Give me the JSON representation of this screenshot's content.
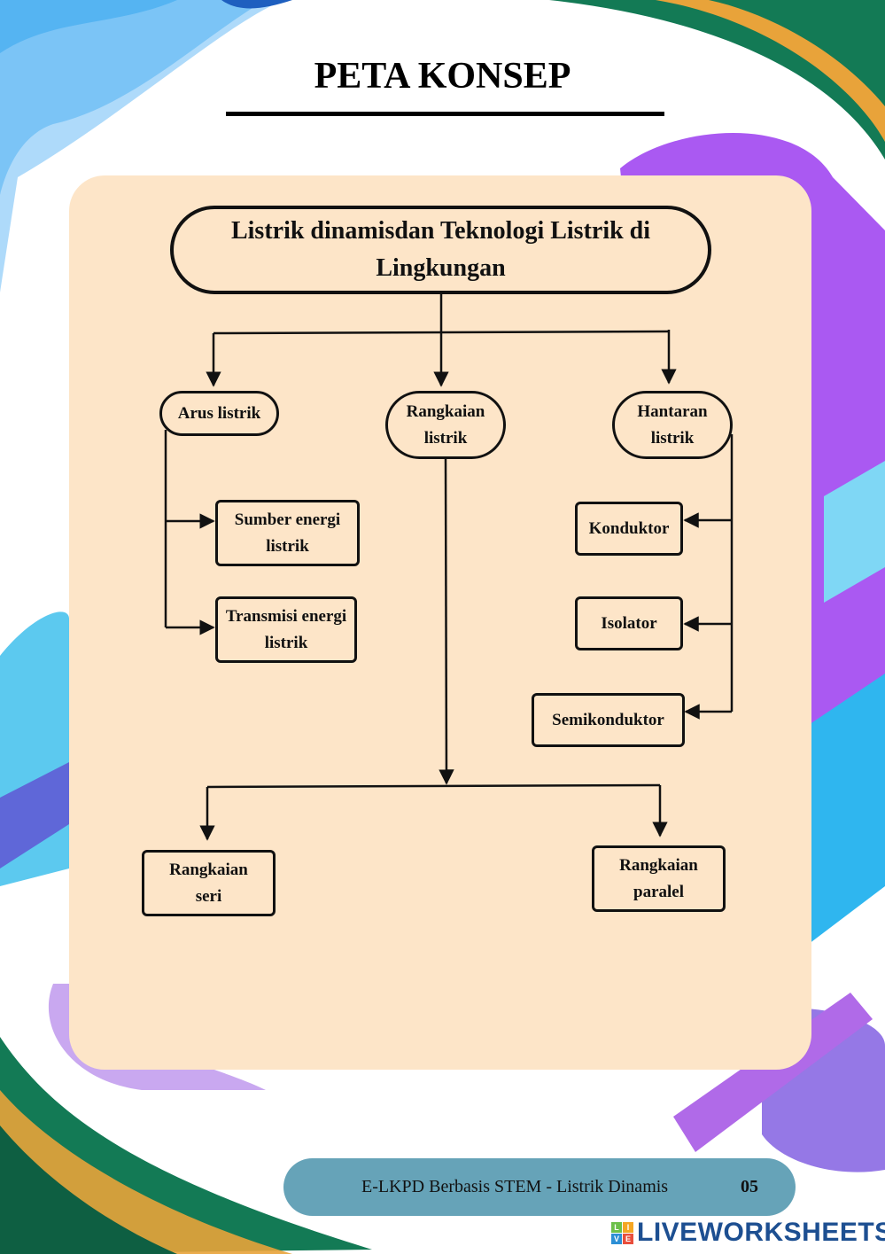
{
  "page": {
    "title": "PETA KONSEP",
    "colors": {
      "panel": "#fde5c8",
      "footer": "#66a3b8",
      "purple": "#9b3cf0",
      "blue": "#3aa8f0",
      "green": "#137a55",
      "gold": "#e8a33a"
    }
  },
  "concept_map": {
    "root": {
      "label": "Listrik dinamisdan Teknologi Listrik di Lingkungan"
    },
    "branches": [
      {
        "label": "Arus listrik",
        "children": [
          "Sumber energi listrik",
          "Transmisi energi listrik"
        ]
      },
      {
        "label": "Rangkaian listrik",
        "children": [
          "Rangkaian seri",
          "Rangkaian paralel"
        ]
      },
      {
        "label": "Hantaran listrik",
        "children": [
          "Konduktor",
          "Isolator",
          "Semikonduktor"
        ]
      }
    ]
  },
  "footer": {
    "text": "E-LKPD Berbasis STEM - Listrik Dinamis",
    "page_number": "05"
  },
  "watermark": {
    "text": "LIVEWORKSHEETS",
    "mark": [
      "L",
      "I",
      "V",
      "E"
    ]
  }
}
